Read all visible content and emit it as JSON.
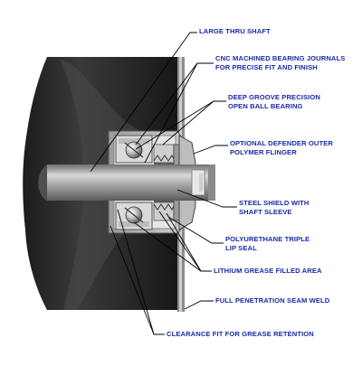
{
  "colors": {
    "label_text": "#1a2aa8",
    "leader_line": "#000000",
    "roller_body": "#2a2a2a",
    "shaft": "#9a9a9a",
    "housing": "#b8b8b8",
    "bearing_race": "#cfcfcf"
  },
  "labels": {
    "large_thru_shaft": [
      "LARGE THRU SHAFT"
    ],
    "cnc_journals": [
      "CNC MACHINED BEARING JOURNALS",
      "FOR PRECISE FIT AND FINISH"
    ],
    "ball_bearing": [
      "DEEP GROOVE PRECISION",
      "OPEN BALL BEARING"
    ],
    "flinger": [
      "OPTIONAL DEFENDER OUTER",
      "POLYMER FLINGER"
    ],
    "steel_shield": [
      "STEEL SHIELD WITH",
      "SHAFT SLEEVE"
    ],
    "lip_seal": [
      "POLYURETHANE TRIPLE",
      "LIP SEAL"
    ],
    "grease_area": [
      "LITHIUM GREASE FILLED AREA"
    ],
    "seam_weld": [
      "FULL PENETRATION SEAM WELD"
    ],
    "clearance_fit": [
      "CLEARANCE FIT FOR GREASE RETENTION"
    ]
  }
}
